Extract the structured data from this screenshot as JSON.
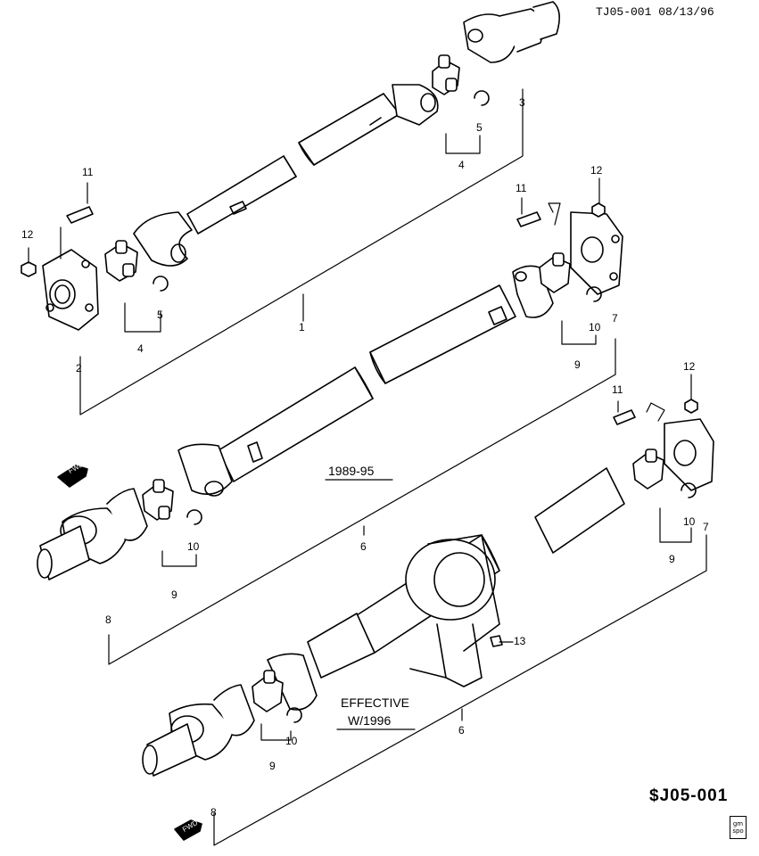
{
  "header": {
    "ref": "TJ05-001 08/13/96"
  },
  "notes": {
    "upper": "1989-95",
    "lower_line1": "EFFECTIVE",
    "lower_line2": "W/1996"
  },
  "footer": {
    "code": "$J05-001",
    "logo_line1": "gm",
    "logo_line2": "spo"
  },
  "fwd_label": "FWD",
  "callouts": {
    "c1": "1",
    "c2": "2",
    "c3": "3",
    "c4a": "4",
    "c4b": "4",
    "c5a": "5",
    "c5b": "5",
    "c6a": "6",
    "c6b": "6",
    "c7a": "7",
    "c7b": "7",
    "c8a": "8",
    "c8b": "8",
    "c9a": "9",
    "c9b": "9",
    "c9c": "9",
    "c9d": "9",
    "c10a": "10",
    "c10b": "10",
    "c10c": "10",
    "c10d": "10",
    "c11a": "11",
    "c11b": "11",
    "c11c": "11",
    "c12a": "12",
    "c12b": "12",
    "c12c": "12",
    "c13": "13"
  }
}
